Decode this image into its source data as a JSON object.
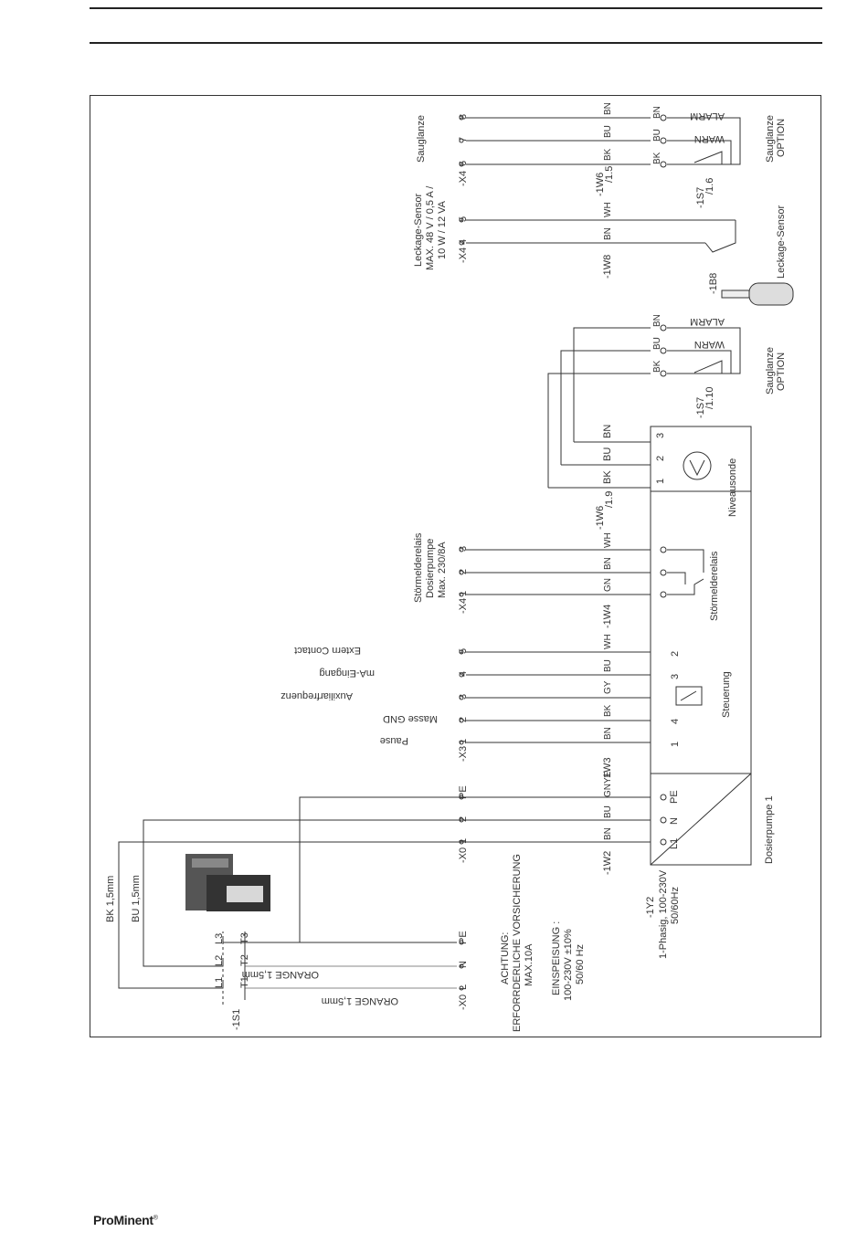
{
  "page": {
    "logo_text": "ProMinent",
    "logo_mark": "®"
  },
  "supply": {
    "warning_title": "ACHTUNG:",
    "warning_line1": "ERFORRDERLICHE VORSICHERUNG",
    "warning_line2": "MAX.10A",
    "supply_title": "EINSPEISUNG :",
    "supply_line1": "100-230V ±10%",
    "supply_line2": "50/60 Hz",
    "orange_wire_1": "ORANGE 1,5mm",
    "orange_wire_2": "ORANGE 1,5mm",
    "bk_wire": "BK 1,5mm",
    "bu_wire": "BU 1,5mm",
    "switch_label": "-1S1",
    "switch_pins": [
      "L1",
      "L2",
      "L3",
      "T1",
      "T2",
      "T3"
    ],
    "x0_left": {
      "label": "-X0",
      "terms": [
        "L",
        "N",
        "PE"
      ]
    }
  },
  "pump": {
    "x0": {
      "label": "-X0",
      "terms": [
        "1",
        "2",
        "PE"
      ]
    },
    "cable": "-1W2",
    "wire_colors": [
      "BN",
      "BU",
      "GNYE"
    ],
    "pins": [
      "L1",
      "N",
      "PE"
    ],
    "name": "Dosierpumpe 1",
    "id": "-1Y2",
    "spec1": "1-Phasig, 100-230V",
    "spec2": "50/60Hz"
  },
  "control": {
    "x3": {
      "label": "-X3",
      "terms": [
        "1",
        "2",
        "3",
        "4",
        "5"
      ]
    },
    "cable": "1W3",
    "wire_colors": [
      "BN",
      "BK",
      "GY",
      "BU",
      "WH"
    ],
    "functions": [
      "Pause",
      "Masse GND",
      "Auxiliarfrequenz",
      "mA-Eingang",
      "Extern Contact"
    ],
    "pin_numbers": [
      "1",
      "4",
      "3",
      "2"
    ],
    "name": "Steuerung"
  },
  "fault": {
    "x4": {
      "label": "-X4",
      "terms": [
        "1",
        "2",
        "3"
      ]
    },
    "cable": "-1W4",
    "wire_colors": [
      "GN",
      "BN",
      "WH"
    ],
    "title1": "Störmelderelais",
    "title2": "Dosierpumpe",
    "title3": "Max. 230/8A",
    "name": "Störmelderelais"
  },
  "level": {
    "cable": "-1W6",
    "ref": "/1.9",
    "wire_colors": [
      "BK",
      "BU",
      "BN"
    ],
    "pins": [
      "1",
      "2",
      "3"
    ],
    "name": "Niveausonde"
  },
  "lance2": {
    "pins": [
      "BK",
      "BU",
      "BN"
    ],
    "warn": "WARN",
    "alarm": "ALARM",
    "ref": "-1S7",
    "ref2": "/1.10",
    "name1": "Sauglanze",
    "name2": "OPTION"
  },
  "leak": {
    "x4": {
      "label": "-X4",
      "terms": [
        "4",
        "5"
      ]
    },
    "cable": "-1W8",
    "wire_colors": [
      "BN",
      "WH"
    ],
    "title1": "Leckage-Sensor",
    "title2": "MAX. 48 V / 0,5 A /",
    "title3": "10 W / 12 VA",
    "sensor_ref": "-1B8",
    "sensor_name": "Leckage-Sensor"
  },
  "lance1": {
    "x4": {
      "label": "-X4",
      "terms": [
        "6",
        "7",
        "8"
      ]
    },
    "cable": "-1W6",
    "cable_ref": "/1.5",
    "wire_colors": [
      "BK",
      "BU",
      "BN"
    ],
    "pins": [
      "BK",
      "BU",
      "BN"
    ],
    "warn": "WARN",
    "alarm": "ALARM",
    "ref": "-1S7",
    "ref2": "/1.6",
    "name": "Sauglanze",
    "name2": "OPTION"
  }
}
